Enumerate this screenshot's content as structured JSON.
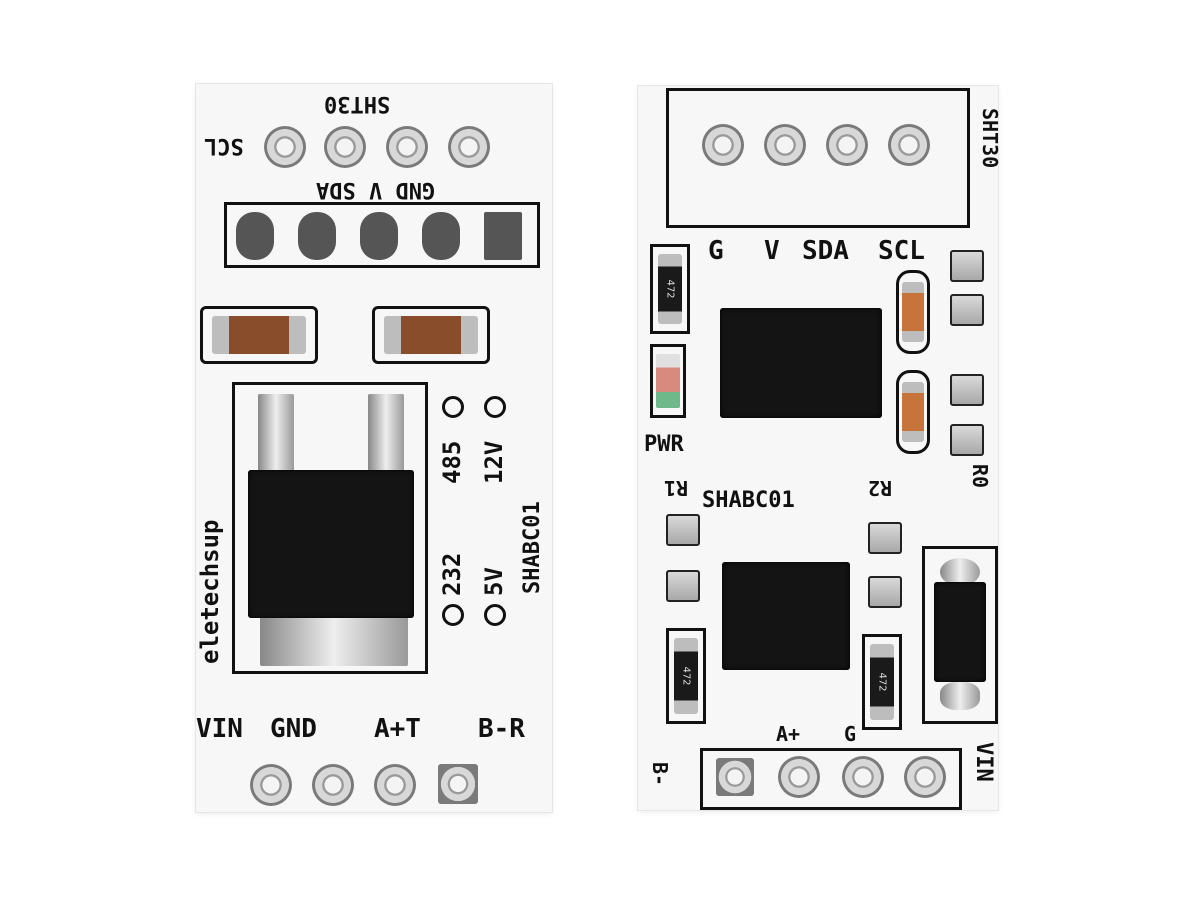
{
  "left_board": {
    "sensor_header": "SHT30",
    "scl_label": "SCL",
    "pin_labels": "GND  V  SDA",
    "brand": "eletechsup",
    "opt_485": "485",
    "opt_12v": "12V",
    "opt_232": "232",
    "opt_5v": "5V",
    "model": "SHABC01",
    "bottom_labels": [
      "VIN",
      "GND",
      "A+T",
      "B-R"
    ]
  },
  "right_board": {
    "sensor_header": "SHT30",
    "pin_labels": [
      "G",
      "V",
      "SDA",
      "SCL"
    ],
    "resistor_value": "472",
    "pwr_label": "PWR",
    "r0_label": "R0",
    "r1_label": "R1",
    "r2_label": "R2",
    "model": "SHABC01",
    "bottom_labels": [
      "A+",
      "G"
    ],
    "b_label": "B-",
    "vin_label": "VIN"
  },
  "colors": {
    "board": "#f7f7f7",
    "silkscreen": "#111111",
    "chip": "#141414"
  }
}
